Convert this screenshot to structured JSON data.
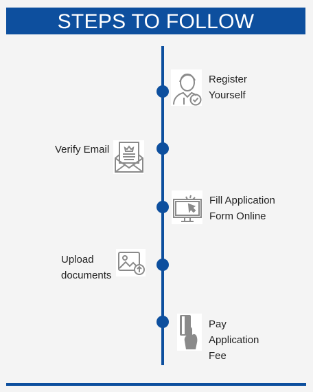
{
  "title": "STEPS TO FOLLOW",
  "accent_color": "#0d4f9e",
  "steps": [
    {
      "lines": [
        "Register",
        "Yourself"
      ],
      "icon": "user-check-icon"
    },
    {
      "lines": [
        "Verify Email"
      ],
      "icon": "envelope-letter-icon"
    },
    {
      "lines": [
        "Fill Application",
        "Form Online"
      ],
      "icon": "monitor-cursor-icon"
    },
    {
      "lines": [
        "Upload",
        "documents"
      ],
      "icon": "image-upload-icon"
    },
    {
      "lines": [
        "Pay",
        "Application",
        "Fee"
      ],
      "icon": "card-payment-icon"
    }
  ]
}
